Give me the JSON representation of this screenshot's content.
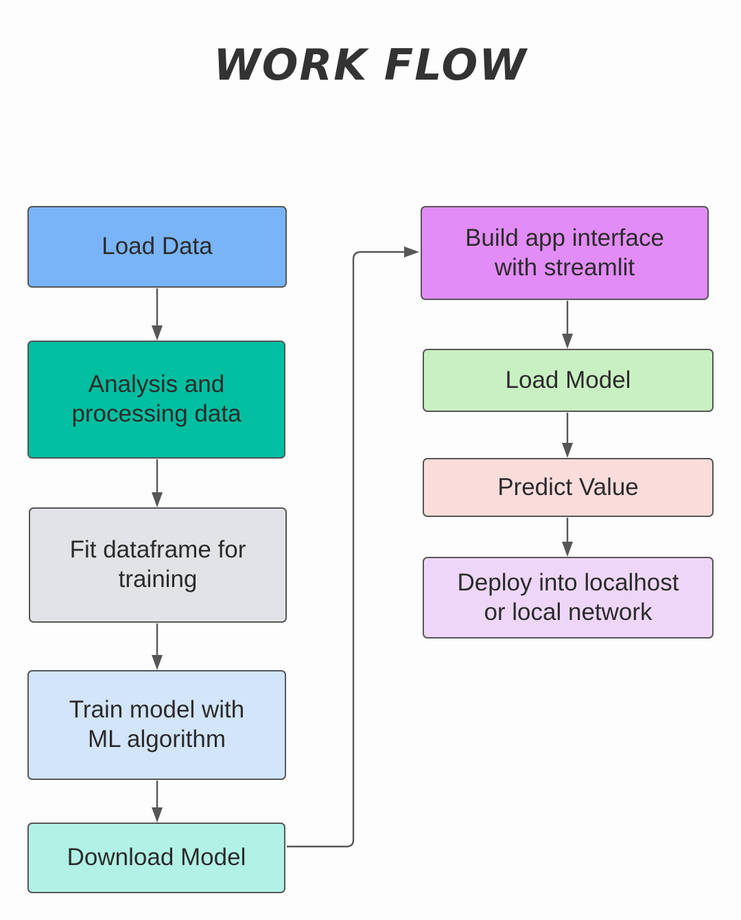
{
  "diagram": {
    "title": "WORK FLOW",
    "title_color": "#333333",
    "background_color": "#fdfdfd",
    "edge_color": "#565656",
    "node_border_color": "#565656",
    "node_text_color": "#2b2b2b"
  },
  "nodes": {
    "load_data": {
      "label": "Load Data",
      "color": "#79B4F9"
    },
    "analysis": {
      "label": "Analysis and\nprocessing data",
      "color": "#00BFA0"
    },
    "fit_dataframe": {
      "label": "Fit dataframe for\ntraining",
      "color": "#E1E3E6"
    },
    "train_model": {
      "label": "Train model with\nML algorithm",
      "color": "#D2E5FB"
    },
    "download_model": {
      "label": "Download Model",
      "color": "#B1F1E6"
    },
    "build_app": {
      "label": "Build app interface\nwith streamlit",
      "color": "#E28CF8"
    },
    "load_model": {
      "label": "Load Model",
      "color": "#C9F0C2"
    },
    "predict_value": {
      "label": "Predict Value",
      "color": "#FADCDB"
    },
    "deploy": {
      "label": "Deploy into localhost\nor local network",
      "color": "#EED6F9"
    }
  },
  "edges": [
    {
      "from": "load_data",
      "to": "analysis"
    },
    {
      "from": "analysis",
      "to": "fit_dataframe"
    },
    {
      "from": "fit_dataframe",
      "to": "train_model"
    },
    {
      "from": "train_model",
      "to": "download_model"
    },
    {
      "from": "download_model",
      "to": "build_app"
    },
    {
      "from": "build_app",
      "to": "load_model"
    },
    {
      "from": "load_model",
      "to": "predict_value"
    },
    {
      "from": "predict_value",
      "to": "deploy"
    }
  ]
}
